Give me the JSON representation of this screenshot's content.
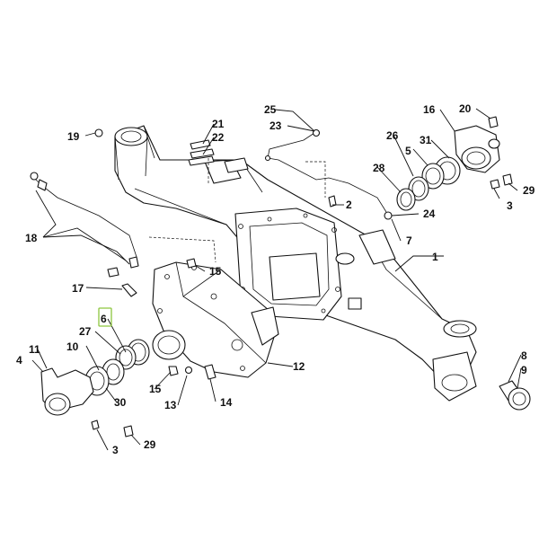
{
  "highlight_color": "#8dc63f",
  "highlighted_callout": "6",
  "callouts": [
    {
      "id": "c1",
      "text": "1"
    },
    {
      "id": "c2",
      "text": "2"
    },
    {
      "id": "c3a",
      "text": "3"
    },
    {
      "id": "c3b",
      "text": "3"
    },
    {
      "id": "c4",
      "text": "4"
    },
    {
      "id": "c5",
      "text": "5"
    },
    {
      "id": "c6",
      "text": "6"
    },
    {
      "id": "c7",
      "text": "7"
    },
    {
      "id": "c8",
      "text": "8"
    },
    {
      "id": "c9",
      "text": "9"
    },
    {
      "id": "c10",
      "text": "10"
    },
    {
      "id": "c11",
      "text": "11"
    },
    {
      "id": "c12",
      "text": "12"
    },
    {
      "id": "c13",
      "text": "13"
    },
    {
      "id": "c14",
      "text": "14"
    },
    {
      "id": "c15a",
      "text": "15"
    },
    {
      "id": "c15b",
      "text": "15"
    },
    {
      "id": "c16",
      "text": "16"
    },
    {
      "id": "c17",
      "text": "17"
    },
    {
      "id": "c18",
      "text": "18"
    },
    {
      "id": "c19",
      "text": "19"
    },
    {
      "id": "c20",
      "text": "20"
    },
    {
      "id": "c21",
      "text": "21"
    },
    {
      "id": "c22",
      "text": "22"
    },
    {
      "id": "c23",
      "text": "23"
    },
    {
      "id": "c24",
      "text": "24"
    },
    {
      "id": "c25",
      "text": "25"
    },
    {
      "id": "c26",
      "text": "26"
    },
    {
      "id": "c27",
      "text": "27"
    },
    {
      "id": "c28",
      "text": "28"
    },
    {
      "id": "c29a",
      "text": "29"
    },
    {
      "id": "c29b",
      "text": "29"
    },
    {
      "id": "c30",
      "text": "30"
    },
    {
      "id": "c31",
      "text": "31"
    }
  ]
}
